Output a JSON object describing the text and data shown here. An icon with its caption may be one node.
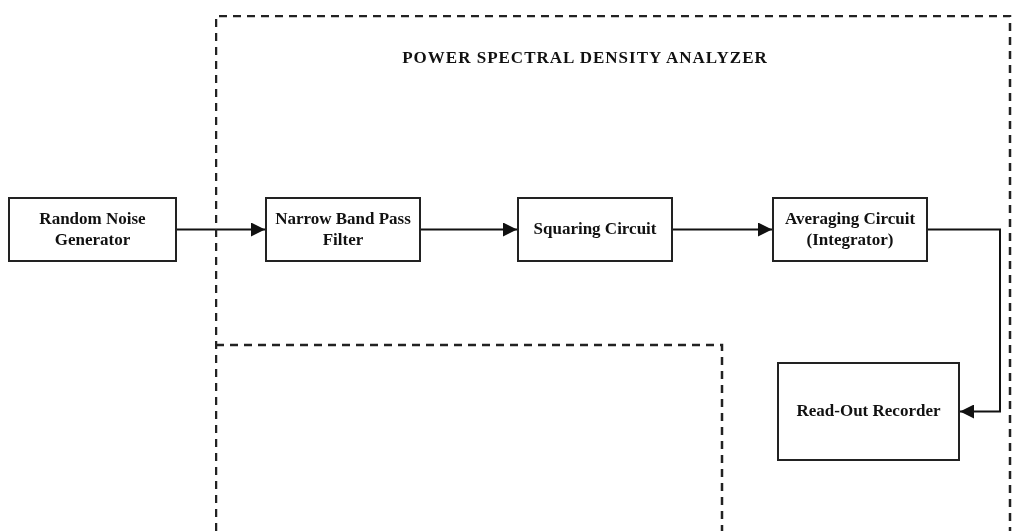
{
  "diagram": {
    "nodes": [
      {
        "text": [
          "Random Noise Generator"
        ]
      },
      {
        "text": [
          "POWER SPECTRAL DENSITY ANALYZER"
        ]
      },
      {
        "text": [
          "Narrow Band Pass Filter"
        ],
        "in": 1
      },
      {
        "text": [
          "Squaring Circuit"
        ],
        "in": 1
      },
      {
        "text": [
          "Averaging Circuit (Integrator)"
        ],
        "in": 1
      },
      {
        "text": [
          "Read-Out Recorder"
        ],
        "in": 1
      }
    ],
    "edges": [
      {
        "from": 0,
        "to": 2,
        "arrow": "to"
      },
      {
        "from": 2,
        "to": 3,
        "arrow": "to"
      },
      {
        "from": 3,
        "to": 4,
        "arrow": "to"
      },
      {
        "from": 4,
        "to": 5,
        "arrow": "to"
      }
    ]
  }
}
